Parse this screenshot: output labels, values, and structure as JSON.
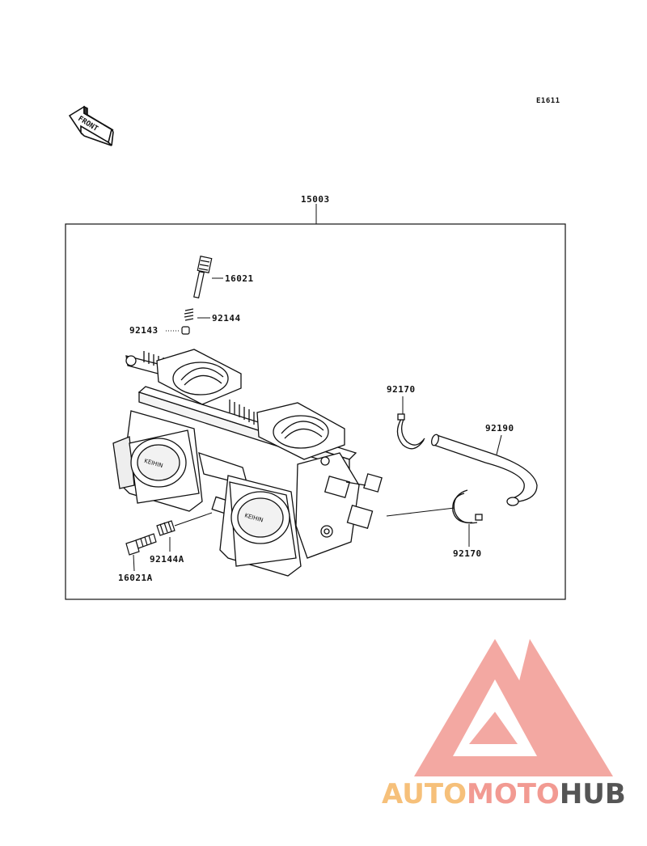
{
  "diagram_code": "E1611",
  "front_label": "FRONT",
  "assembly_label": "15003",
  "parts": {
    "p16021": "16021",
    "p92144": "92144",
    "p92143": "92143",
    "p92170_top": "92170",
    "p92190": "92190",
    "p92170_bottom": "92170",
    "p92144A": "92144A",
    "p16021A": "16021A"
  },
  "watermark": {
    "part1": "AUTO",
    "part2": "MOTO",
    "part3": "HUB",
    "colors": {
      "auto": "#f6c07a",
      "moto": "#f29a92",
      "hub": "#555555",
      "mark": "#f3948c"
    }
  }
}
